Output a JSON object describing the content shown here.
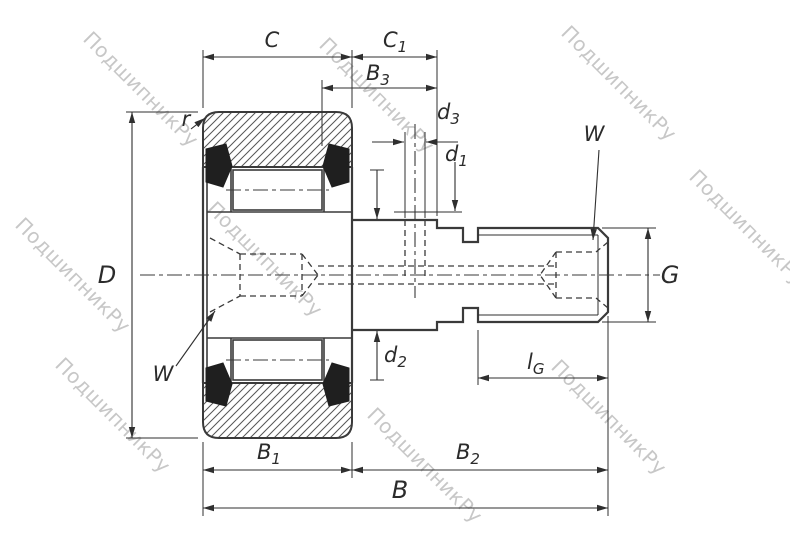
{
  "watermark": {
    "text": "ПодшипникРу"
  },
  "colors": {
    "line": "#3a3a3a",
    "dimension": "#2f2f2f",
    "label": "#2b2b2b",
    "watermark": "#c7c7c7",
    "seal": "#1f1f1f",
    "background": "#ffffff"
  },
  "dims": {
    "C": {
      "main": "C",
      "sub": ""
    },
    "C1": {
      "main": "C",
      "sub": "1"
    },
    "B3": {
      "main": "B",
      "sub": "3"
    },
    "d3": {
      "main": "d",
      "sub": "3"
    },
    "d1": {
      "main": "d",
      "sub": "1"
    },
    "W_right": {
      "main": "W",
      "sub": ""
    },
    "r": {
      "main": "r",
      "sub": ""
    },
    "D": {
      "main": "D",
      "sub": ""
    },
    "W_left": {
      "main": "W",
      "sub": ""
    },
    "d2": {
      "main": "d",
      "sub": "2"
    },
    "G": {
      "main": "G",
      "sub": ""
    },
    "lG": {
      "main": "l",
      "sub": "G"
    },
    "B1": {
      "main": "B",
      "sub": "1"
    },
    "B2": {
      "main": "B",
      "sub": "2"
    },
    "B": {
      "main": "B",
      "sub": ""
    }
  }
}
